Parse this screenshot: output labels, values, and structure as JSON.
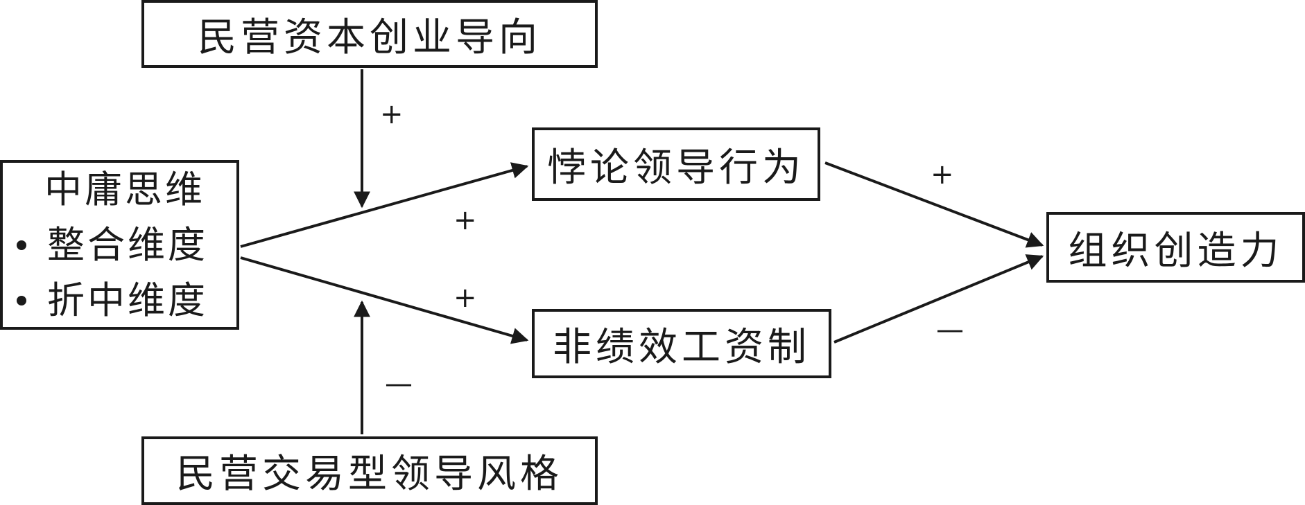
{
  "nodes": {
    "top_moderator": "民营资本创业导向",
    "left_title": "中庸思维",
    "left_items": [
      "整合维度",
      "折中维度"
    ],
    "paradox": "悖论领导行为",
    "nonfinancial": "非绩效工资制",
    "creativity": "组织创造力",
    "bottom_moderator": "民营交易型领导风格"
  },
  "edges": [
    {
      "from": "top_moderator",
      "to": "path_upper",
      "sign": "+"
    },
    {
      "from": "left",
      "to": "paradox",
      "sign": "+"
    },
    {
      "from": "left",
      "to": "nonfinancial",
      "sign": "+"
    },
    {
      "from": "paradox",
      "to": "creativity",
      "sign": "+"
    },
    {
      "from": "nonfinancial",
      "to": "creativity",
      "sign": "—"
    },
    {
      "from": "bottom_moderator",
      "to": "path_lower",
      "sign": "—"
    }
  ]
}
